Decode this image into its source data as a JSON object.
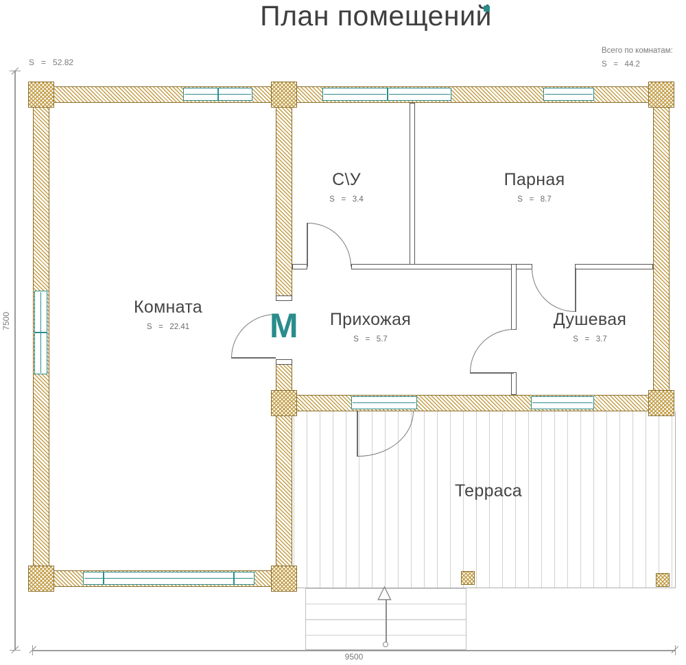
{
  "title": "План помещений",
  "header": {
    "total_label": "Всего по комнатам:",
    "total_value": "S   =   44.2",
    "overall_area": "S   =   52.82"
  },
  "dimensions": {
    "height": "7500",
    "width": "9500"
  },
  "rooms": [
    {
      "name": "Комната",
      "area": "S   =   22.41"
    },
    {
      "name": "С\\У",
      "area": "S   =   3.4"
    },
    {
      "name": "Парная",
      "area": "S   =   8.7"
    },
    {
      "name": "Прихожая",
      "area": "S   =   5.7"
    },
    {
      "name": "Душевая",
      "area": "S   =   3.7"
    },
    {
      "name": "Терраса"
    }
  ],
  "watermark": "М",
  "colors": {
    "wall_hatch": "#c29c45",
    "wall_border": "#8a6d2a",
    "window": "#2a8c8c"
  }
}
